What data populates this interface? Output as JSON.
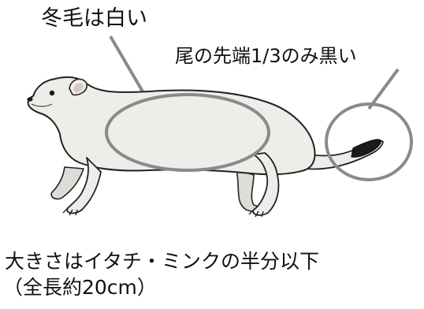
{
  "annotations": {
    "winter_coat": "冬毛は白い",
    "tail_tip": "尾の先端1/3のみ黒い"
  },
  "caption": {
    "size_line": "大きさはイタチ・ミンクの半分以下",
    "length_line": "（全長約20cm）"
  },
  "colors": {
    "text": "#111111",
    "callout": "#8a8a8a",
    "body_fill": "#ededea",
    "outline": "#222222",
    "tail_tip": "#1a1a1a"
  },
  "icons": {
    "animal": "weasel-icon"
  }
}
